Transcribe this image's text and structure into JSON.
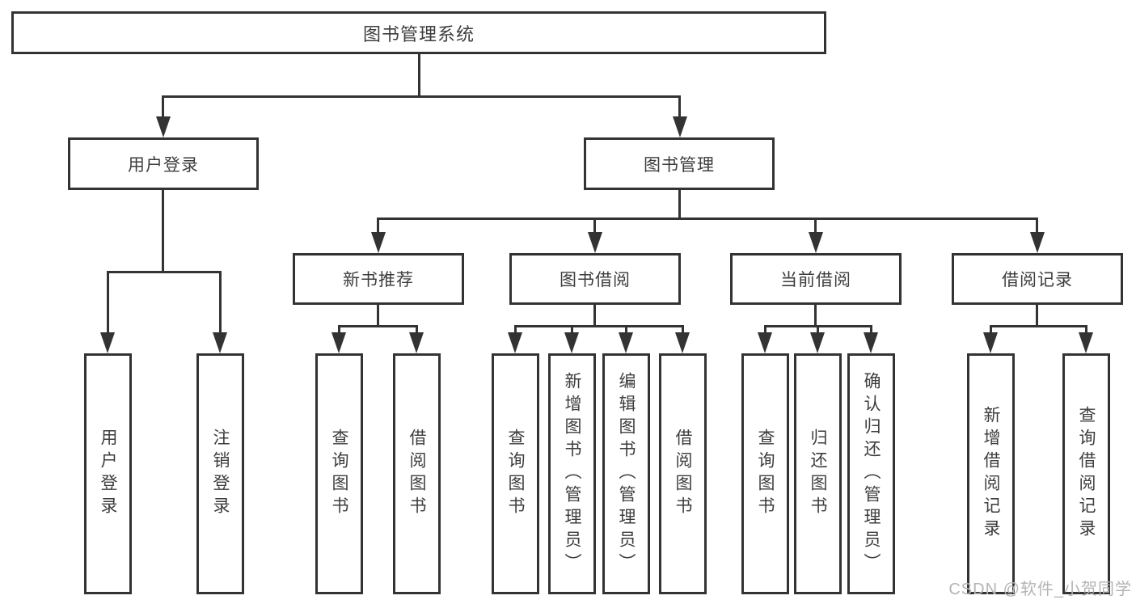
{
  "nodes": {
    "root": "图书管理系统",
    "login": {
      "label": "用户登录",
      "leaves": [
        "用户登录",
        "注销登录"
      ]
    },
    "manage": {
      "label": "图书管理",
      "groups": [
        {
          "label": "新书推荐",
          "leaves": [
            "查询图书",
            "借阅图书"
          ]
        },
        {
          "label": "图书借阅",
          "leaves": [
            "查询图书",
            "新增图书（管理员）",
            "编辑图书（管理员）",
            "借阅图书"
          ]
        },
        {
          "label": "当前借阅",
          "leaves": [
            "查询图书",
            "归还图书",
            "确认归还（管理员）"
          ]
        },
        {
          "label": "借阅记录",
          "leaves": [
            "新增借阅记录",
            "查询借阅记录"
          ]
        }
      ]
    }
  },
  "watermark": "CSDN @软件_小贺同学",
  "colors": {
    "line": "#333333",
    "text": "#3d3d3d",
    "watermark": "#b4b4b4",
    "background": "#ffffff"
  }
}
